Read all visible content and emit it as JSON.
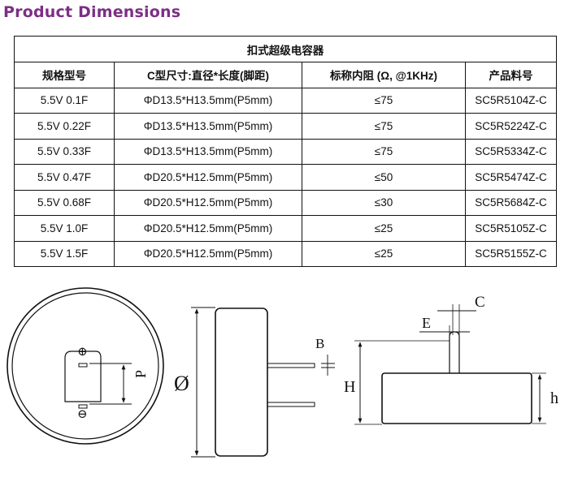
{
  "heading": "Product Dimensions",
  "table": {
    "title": "扣式超级电容器",
    "headers": [
      "规格型号",
      "C型尺寸:直径*长度(脚距)",
      "标称内阻 (Ω, @1KHz)",
      "产品料号"
    ],
    "rows": [
      [
        "5.5V 0.1F",
        "ΦD13.5*H13.5mm(P5mm)",
        "≤75",
        "SC5R5104Z-C"
      ],
      [
        "5.5V 0.22F",
        "ΦD13.5*H13.5mm(P5mm)",
        "≤75",
        "SC5R5224Z-C"
      ],
      [
        "5.5V 0.33F",
        "ΦD13.5*H13.5mm(P5mm)",
        "≤75",
        "SC5R5334Z-C"
      ],
      [
        "5.5V 0.47F",
        "ΦD20.5*H12.5mm(P5mm)",
        "≤50",
        "SC5R5474Z-C"
      ],
      [
        "5.5V 0.68F",
        "ΦD20.5*H12.5mm(P5mm)",
        "≤30",
        "SC5R5684Z-C"
      ],
      [
        "5.5V 1.0F",
        "ΦD20.5*H12.5mm(P5mm)",
        "≤25",
        "SC5R5105Z-C"
      ],
      [
        "5.5V 1.5F",
        "ΦD20.5*H12.5mm(P5mm)",
        "≤25",
        "SC5R5155Z-C"
      ]
    ]
  },
  "drawing": {
    "label_plus": "⊕",
    "label_minus": "⊖",
    "label_p": "P",
    "label_diameter": "Ø",
    "label_b": "B",
    "label_c": "C",
    "label_e": "E",
    "label_h_upper": "H",
    "label_h_lower": "h"
  }
}
